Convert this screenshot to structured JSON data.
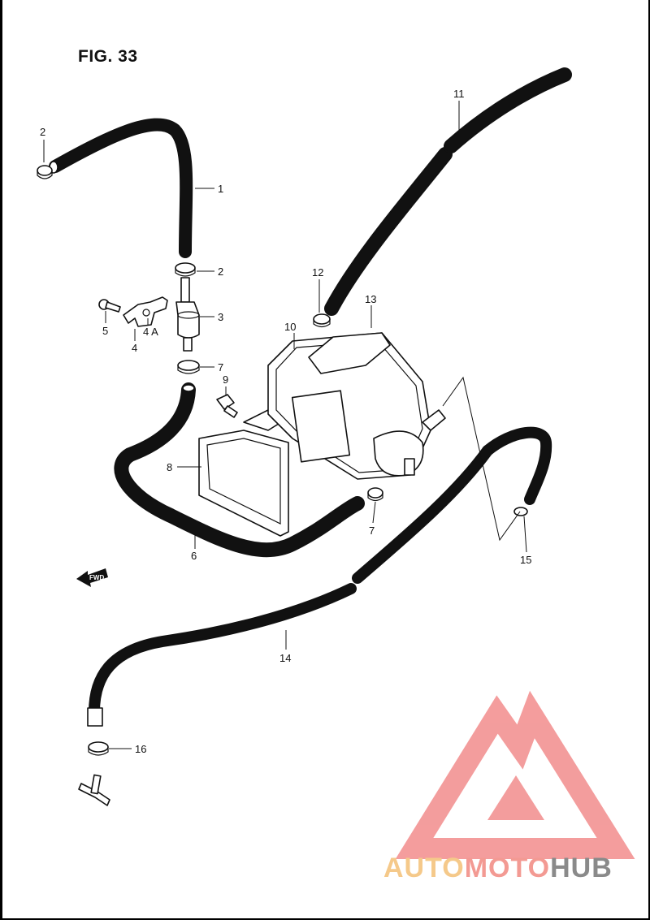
{
  "figure": {
    "title": "FIG. 33"
  },
  "fwd_arrow": {
    "text": "FWD"
  },
  "callouts": [
    {
      "id": "c1",
      "text": "1"
    },
    {
      "id": "c2a",
      "text": "2"
    },
    {
      "id": "c2b",
      "text": "2"
    },
    {
      "id": "c3",
      "text": "3"
    },
    {
      "id": "c4",
      "text": "4"
    },
    {
      "id": "c4a",
      "text": "4 A"
    },
    {
      "id": "c5",
      "text": "5"
    },
    {
      "id": "c6",
      "text": "6"
    },
    {
      "id": "c7a",
      "text": "7"
    },
    {
      "id": "c7b",
      "text": "7"
    },
    {
      "id": "c8",
      "text": "8"
    },
    {
      "id": "c9",
      "text": "9"
    },
    {
      "id": "c10",
      "text": "10"
    },
    {
      "id": "c11",
      "text": "11"
    },
    {
      "id": "c12",
      "text": "12"
    },
    {
      "id": "c13",
      "text": "13"
    },
    {
      "id": "c14",
      "text": "14"
    },
    {
      "id": "c15",
      "text": "15"
    },
    {
      "id": "c16",
      "text": "16"
    }
  ],
  "watermark": {
    "part1": "AUTO",
    "part2": "MOTO",
    "part3": "HUB",
    "colors": {
      "auto": "#f5c98a",
      "moto": "#f39a93",
      "hub": "#8a8a8a",
      "triangle": "#f28c8c"
    }
  }
}
